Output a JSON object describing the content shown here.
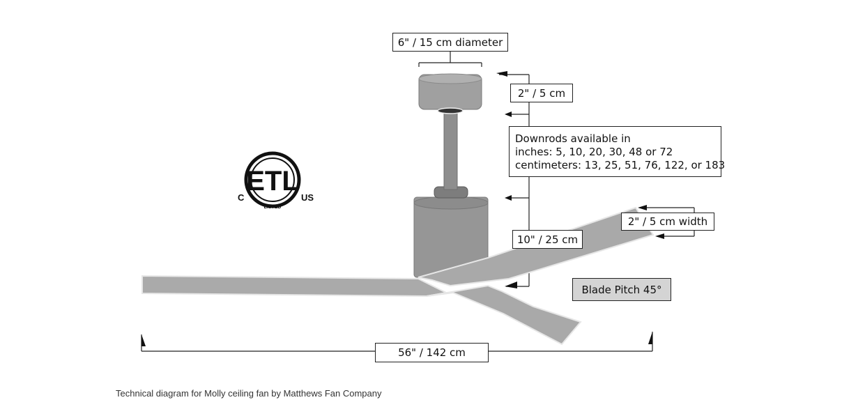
{
  "labels": {
    "diameter": "6\" / 15 cm diameter",
    "canopy_height": "2\" / 5 cm",
    "downrods_title": "Downrods available in",
    "downrods_inches": "inches: 5, 10, 20, 30, 48 or 72",
    "downrods_cm": "centimeters: 13, 25, 51, 76, 122, or 183",
    "blade_width": "2\" / 5 cm width",
    "motor_height": "10\" / 25 cm",
    "blade_pitch": "Blade Pitch 45°",
    "span": "56\"  / 142 cm"
  },
  "certification": {
    "mark_text": "ETL",
    "left_text": "C",
    "right_text": "US",
    "listed_text": "LISTED"
  },
  "caption": "Technical diagram for Molly ceiling fan by Matthews Fan Company",
  "colors": {
    "fan_body": "#969696",
    "blade": "#a9a9a9",
    "blade_edge": "#e6e6e6",
    "pitch_box": "#d4d4d4",
    "line": "#222222"
  }
}
